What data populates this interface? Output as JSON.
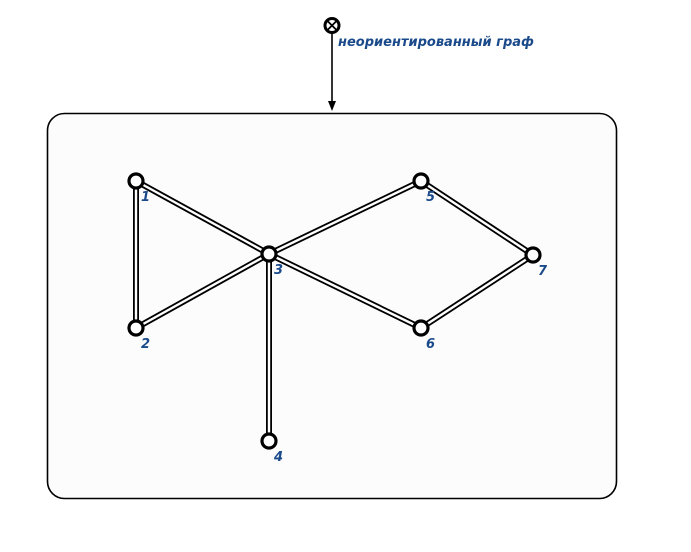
{
  "diagram": {
    "title": "неориентированный граф",
    "colors": {
      "stroke": "#000000",
      "label": "#1a4a8a",
      "panel_fill": "#fcfcfc",
      "node_fill": "#ffffff"
    },
    "nodes": [
      {
        "id": "1",
        "label": "1"
      },
      {
        "id": "2",
        "label": "2"
      },
      {
        "id": "3",
        "label": "3"
      },
      {
        "id": "4",
        "label": "4"
      },
      {
        "id": "5",
        "label": "5"
      },
      {
        "id": "6",
        "label": "6"
      },
      {
        "id": "7",
        "label": "7"
      }
    ],
    "edges": [
      {
        "from": "1",
        "to": "2"
      },
      {
        "from": "1",
        "to": "3"
      },
      {
        "from": "2",
        "to": "3"
      },
      {
        "from": "3",
        "to": "4"
      },
      {
        "from": "3",
        "to": "5"
      },
      {
        "from": "3",
        "to": "6"
      },
      {
        "from": "5",
        "to": "7"
      },
      {
        "from": "6",
        "to": "7"
      }
    ]
  }
}
